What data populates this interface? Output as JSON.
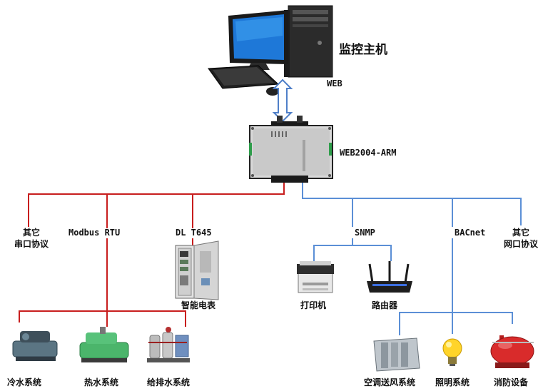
{
  "top": {
    "host_label": "监控主机",
    "web_label": "WEB"
  },
  "gateway": {
    "model_label": "WEB2004-ARM"
  },
  "protocols": {
    "serial_other": [
      "其它",
      "串口协议"
    ],
    "modbus_rtu": "Modbus  RTU",
    "dl_t645": "DL  T645",
    "snmp": "SNMP",
    "bacnet": "BACnet",
    "network_other": [
      "其它",
      "网口协议"
    ]
  },
  "devices": {
    "smart_meter": "智能电表",
    "printer": "打印机",
    "router": "路由器",
    "chiller": "冷水系统",
    "hot_water": "热水系统",
    "water_supply": "给排水系统",
    "hvac": "空调送风系统",
    "lighting": "照明系统",
    "fire": "消防设备"
  },
  "colors": {
    "serial_line": "#c81e1e",
    "network_line": "#5b8fd6",
    "arrow": "#4f7fc8"
  },
  "icons": [
    "computer-icon",
    "gateway-device-icon",
    "cabinet-icon",
    "printer-icon",
    "router-icon",
    "chiller-icon",
    "hot-water-unit-icon",
    "pump-station-icon",
    "hvac-unit-icon",
    "lightbulb-icon",
    "fire-tank-icon"
  ]
}
